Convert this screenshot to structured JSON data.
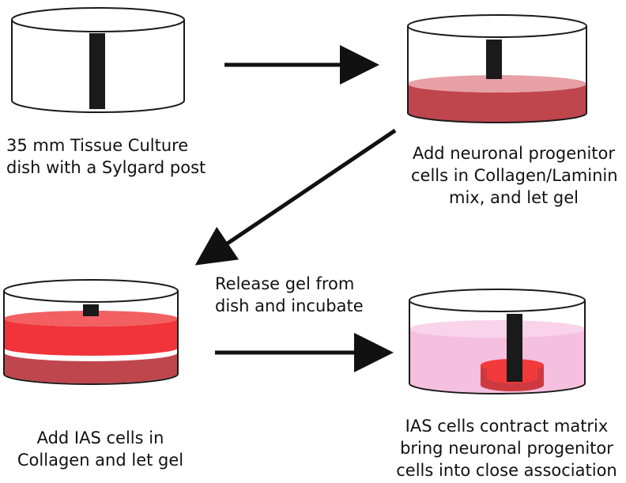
{
  "steps": [
    {
      "id": "step1",
      "caption": [
        "35 mm Tissue Culture",
        "dish with a Sylgard post"
      ]
    },
    {
      "id": "step2",
      "caption": [
        "Add neuronal progenitor",
        "cells in Collagen/Laminin",
        "mix, and let gel"
      ]
    },
    {
      "id": "step3",
      "caption": [
        "Add IAS cells in",
        "Collagen and let gel"
      ]
    },
    {
      "id": "step4",
      "caption": [
        "IAS cells contract matrix",
        "bring neuronal progenitor",
        "cells into close association"
      ]
    }
  ],
  "transition_label": [
    "Release gel from",
    "dish and incubate"
  ],
  "colors": {
    "dish_outline": "#1a1a1a",
    "post": "#1a1a1a",
    "neuronal_gel": "#c0464e",
    "neuronal_gel_top": "#e7a0a6",
    "ias_gel": "#f0343a",
    "ias_gel_top": "#f26062",
    "medium": "#f5bfe0",
    "medium_top": "#f8d3ea",
    "contracted_outer": "#cc3a40",
    "contracted_inner": "#f23a3a"
  }
}
